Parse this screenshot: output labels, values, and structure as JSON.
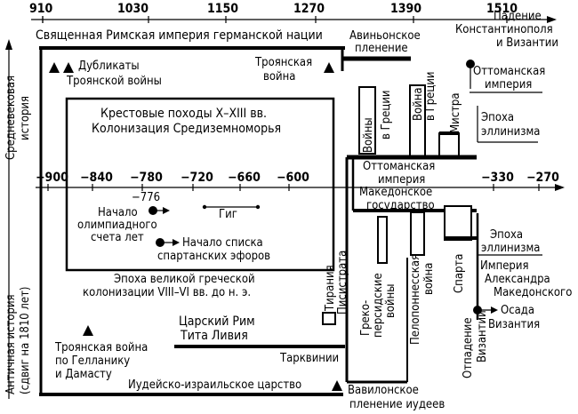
{
  "top_axis": {
    "ticks": [
      "910",
      "1030",
      "1150",
      "1270",
      "1390",
      "1510"
    ]
  },
  "mid_axis": {
    "ticks": [
      "−900",
      "−840",
      "−780",
      "−720",
      "−660",
      "−600",
      "−330",
      "−270"
    ]
  },
  "side_labels": {
    "medieval": [
      "Средневековая",
      "история"
    ],
    "ancient": [
      "Античная история",
      "(сдвиг на 1810 лет)"
    ]
  },
  "top_labels": {
    "holy_roman": "Священная Римская империя германской нации",
    "avignon": [
      "Авиньонское",
      "пленение"
    ],
    "fall": [
      "Падение",
      "Константинополя",
      "и Византии"
    ],
    "ottoman_top": [
      "Оттоманская",
      "империя"
    ],
    "trojan_dup": [
      "Дубликаты",
      "Троянской войны"
    ],
    "trojan_war": [
      "Троянская",
      "война"
    ],
    "crusades": [
      "Крестовые походы X–XIII вв.",
      "Колонизация Средиземноморья"
    ],
    "wars_greece_1": [
      "Войны",
      "в Греции"
    ],
    "wars_greece_2": [
      "Война",
      "в Греции"
    ],
    "mistra": "Мистра",
    "hellenism_top": [
      "Эпоха",
      "эллинизма"
    ]
  },
  "bottom_labels": {
    "ottoman_mid": [
      "Оттоманская",
      "империя"
    ],
    "macedonian_state": [
      "Македонское",
      "государство"
    ],
    "olympiad_year": "−776",
    "olympiad": [
      "Начало",
      "олимпиадного",
      "счета лет"
    ],
    "gig": "Гиг",
    "spartan": [
      "Начало списка",
      "спартанских эфоров"
    ],
    "greek_colonization": [
      "Эпоха великой греческой",
      "колонизации VIII–VI вв. до н. э."
    ],
    "tyranny": [
      "Тирания",
      "Писистрата"
    ],
    "greco_persian": [
      "Греко-",
      "персидские",
      "войны"
    ],
    "peloponnesian": [
      "Пелопоннесская",
      "война"
    ],
    "sparta": "Спарта",
    "hellenism_bottom": [
      "Эпоха",
      "эллинизма"
    ],
    "alexander": [
      "Империя",
      "Александра",
      "Македонского"
    ],
    "byzantine_secession": [
      "Отпадение",
      "Византии"
    ],
    "siege": [
      "Осада",
      "Византия"
    ],
    "royal_rome": [
      "Царский Рим",
      "Тита Ливия"
    ],
    "tarquinii": "Тарквинии",
    "trojan_hellanicus": [
      "Троянская война",
      "по Гелланику",
      "и Дамасту"
    ],
    "judea": "Иудейско-израильское царство",
    "babylonian": [
      "Вавилонское",
      "пленение иудеев"
    ]
  }
}
